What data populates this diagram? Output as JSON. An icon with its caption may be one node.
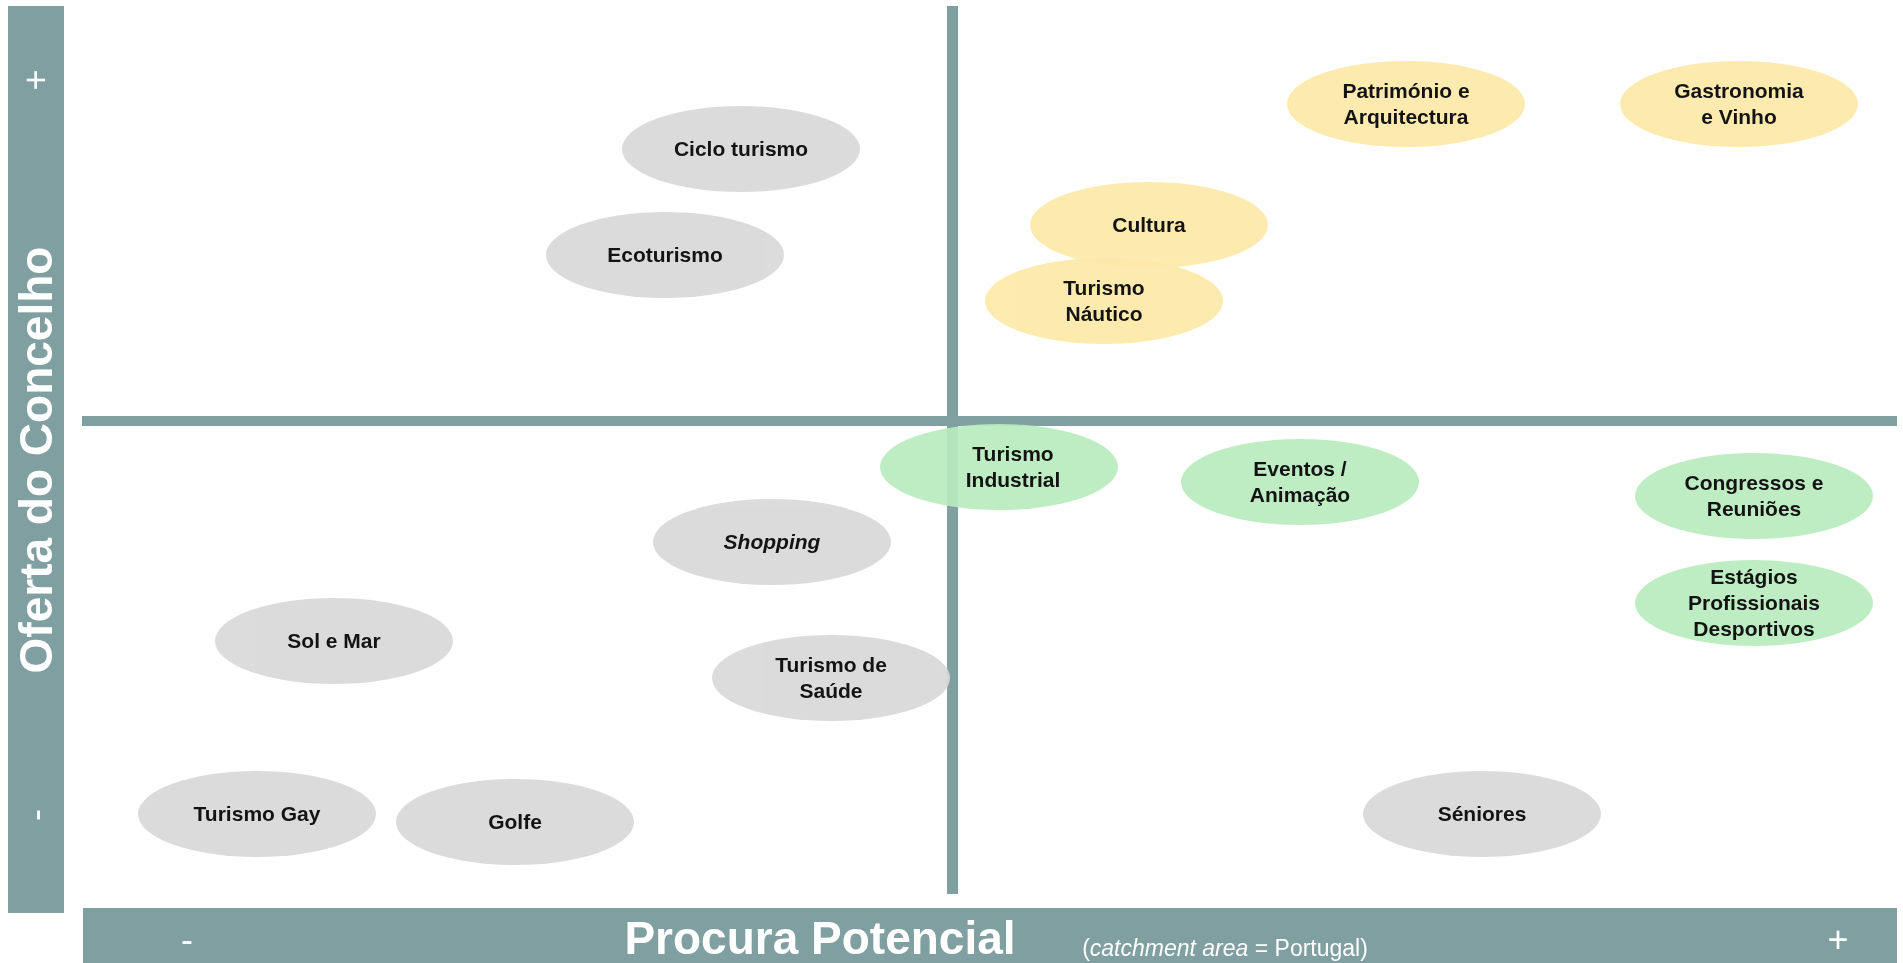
{
  "diagram": {
    "nodes": [
      {
        "text": [
          "Património e Arquitectura"
        ]
      },
      {
        "text": [
          "Gastronomia e Vinho"
        ]
      },
      {
        "text": [
          "Ciclo turismo"
        ]
      },
      {
        "text": [
          "Cultura"
        ]
      },
      {
        "text": [
          "Ecoturismo"
        ]
      },
      {
        "text": [
          "Turismo Náutico"
        ]
      },
      {
        "text": [
          "Turismo Industrial"
        ]
      },
      {
        "text": [
          "Eventos / Animação"
        ]
      },
      {
        "text": [
          "Congressos e Reuniões"
        ]
      },
      {
        "text": [
          "Shopping"
        ]
      },
      {
        "text": [
          "Estágios Profissionais Desportivos"
        ]
      },
      {
        "text": [
          "Sol e Mar"
        ]
      },
      {
        "text": [
          "Turismo de Saúde"
        ]
      },
      {
        "text": [
          "Turismo Gay"
        ]
      },
      {
        "text": [
          "Séniores"
        ]
      },
      {
        "text": [
          "Golfe"
        ]
      }
    ],
    "edges": [],
    "labels": [
      "+",
      "Oferta do Concelho",
      "-",
      "-",
      "Procura Potencial",
      "(*catchment area* = Portugal)",
      "+"
    ]
  }
}
